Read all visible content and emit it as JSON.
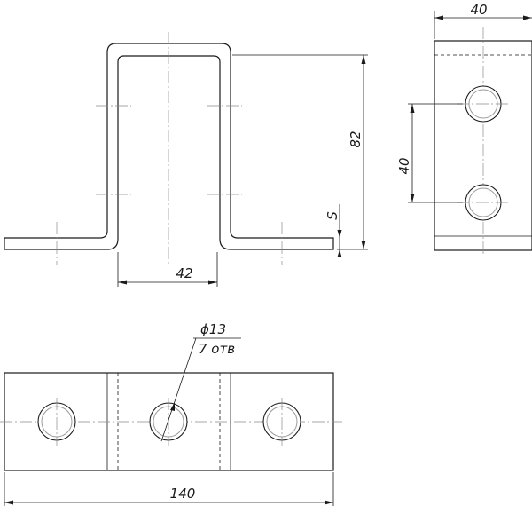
{
  "drawing": {
    "dimensions": {
      "top_width": "40",
      "height": "82",
      "hole_spacing": "40",
      "thickness": "S",
      "inner_width": "42",
      "hole_diameter": "ϕ13",
      "hole_count": "7 отв",
      "total_length": "140"
    }
  }
}
